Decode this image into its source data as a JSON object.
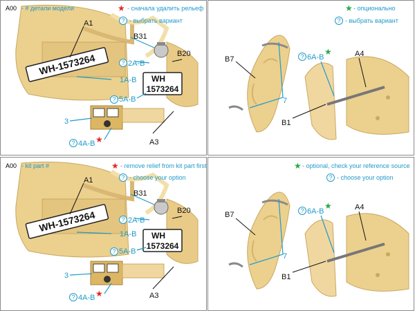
{
  "panels": [
    {
      "code": "A00",
      "header_left": "- # детали модели",
      "header_right_1": "- сначала удалить рельеф",
      "header_right_2": "- выбрать вариант",
      "header_right_3": "- опционально",
      "header_right_4": "- выбрать вариант"
    },
    {
      "code": "A00",
      "header_left": "- kit part #",
      "header_right_1": "- remove relief from kit part first",
      "header_right_2": "- choose your option",
      "header_right_3": "- optional, check your reference source",
      "header_right_4": "- choose your option"
    }
  ],
  "symbols": {
    "star": "★",
    "question": "?"
  },
  "labels": {
    "a1": "A1",
    "a3": "A3",
    "a4": "A4",
    "b1": "B1",
    "b7": "B7",
    "b20": "B20",
    "b31": "B31",
    "p1ab": "1A-B",
    "p2ab": "2A-B",
    "p4ab": "4A-B",
    "p5ab": "5A-B",
    "p6ab": "6A-B",
    "p3": "3",
    "p7": "7"
  },
  "plates": {
    "long": "WH-1573264",
    "short_top": "WH",
    "short_bottom": "1573264"
  },
  "colors": {
    "accent": "#1f9ac9",
    "required": "#e02828",
    "optional": "#2aa84a",
    "resin": "#ecd08e"
  }
}
